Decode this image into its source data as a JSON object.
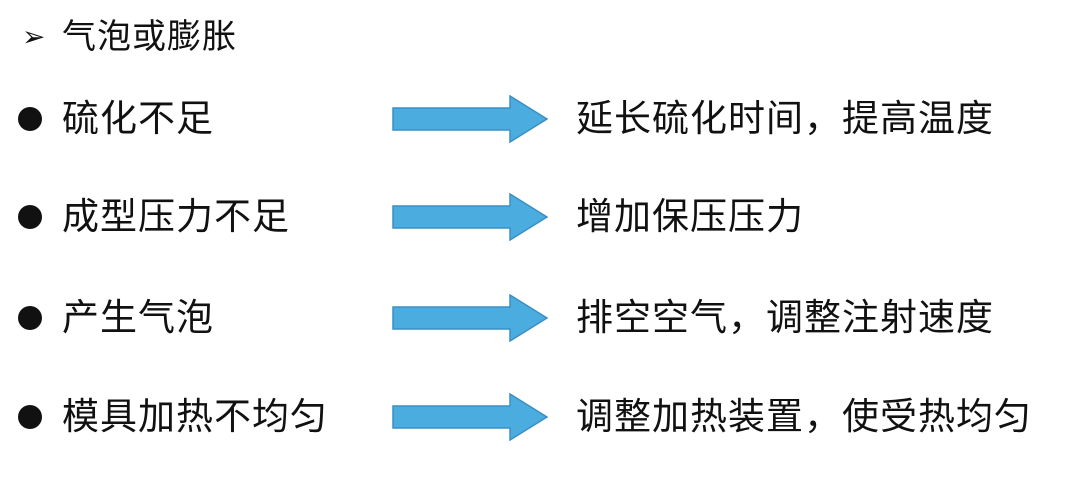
{
  "heading": {
    "marker": "➢",
    "title": "气泡或膨胀"
  },
  "items": [
    {
      "cause": "硫化不足",
      "solution": "延长硫化时间，提高温度"
    },
    {
      "cause": "成型压力不足",
      "solution": "增加保压压力"
    },
    {
      "cause": "产生气泡",
      "solution": "排空空气，调整注射速度"
    },
    {
      "cause": "模具加热不均匀",
      "solution": "调整加热装置，使受热均匀"
    }
  ],
  "colors": {
    "arrow_fill": "#4aacdf",
    "arrow_stroke": "#3b8fc4",
    "text": "#111111"
  }
}
